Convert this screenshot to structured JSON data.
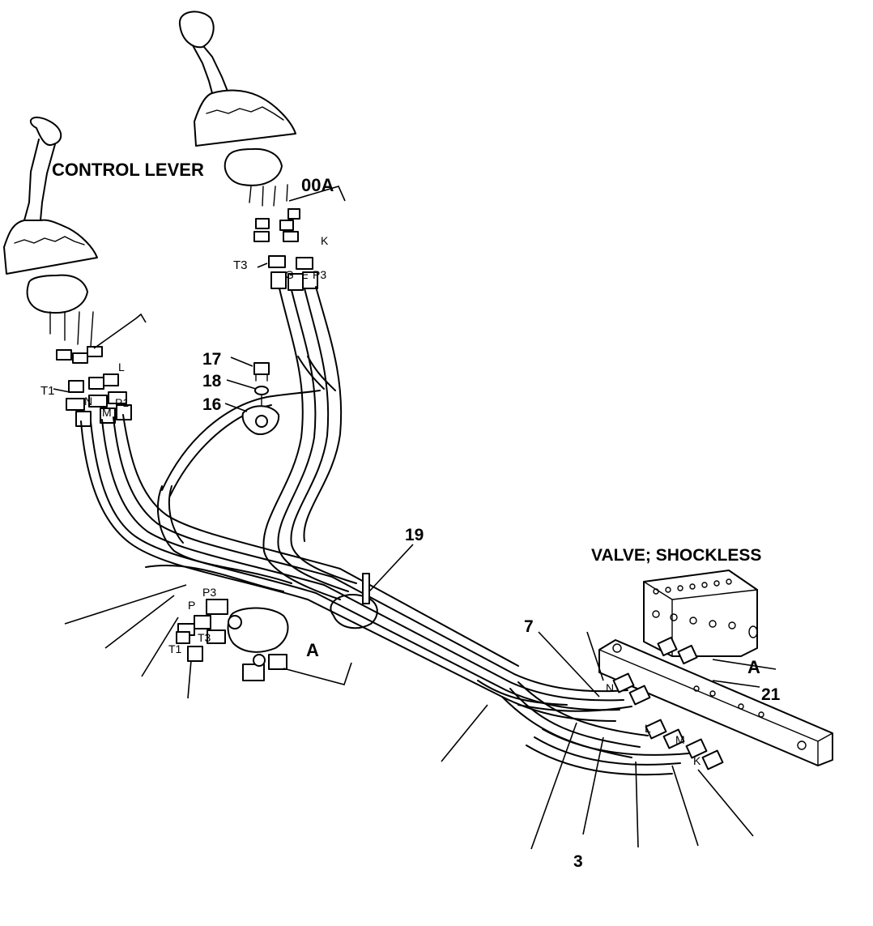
{
  "labels": {
    "control_lever": "CONTROL LEVER",
    "valve_shockless": "VALVE; SHOCKLESS",
    "assembly_ref": "00A",
    "detail_a_upper": "A",
    "detail_a_lower": "A"
  },
  "callouts": {
    "c17": "17",
    "c18": "18",
    "c16": "16",
    "c19": "19",
    "c7": "7",
    "c21": "21",
    "c3": "3"
  },
  "ports": {
    "left_T1": "T1",
    "left_N": "N",
    "left_M": "M",
    "left_P1": "P1",
    "left_L": "L",
    "right_T3": "T3",
    "right_G": "G",
    "right_F": "F",
    "right_P3": "P3",
    "right_K": "K",
    "block_P3": "P3",
    "block_P": "P",
    "block_T3": "T3",
    "block_T1": "T1",
    "valve_N": "N",
    "valve_L": "L",
    "valve_M": "M",
    "valve_K": "K"
  }
}
